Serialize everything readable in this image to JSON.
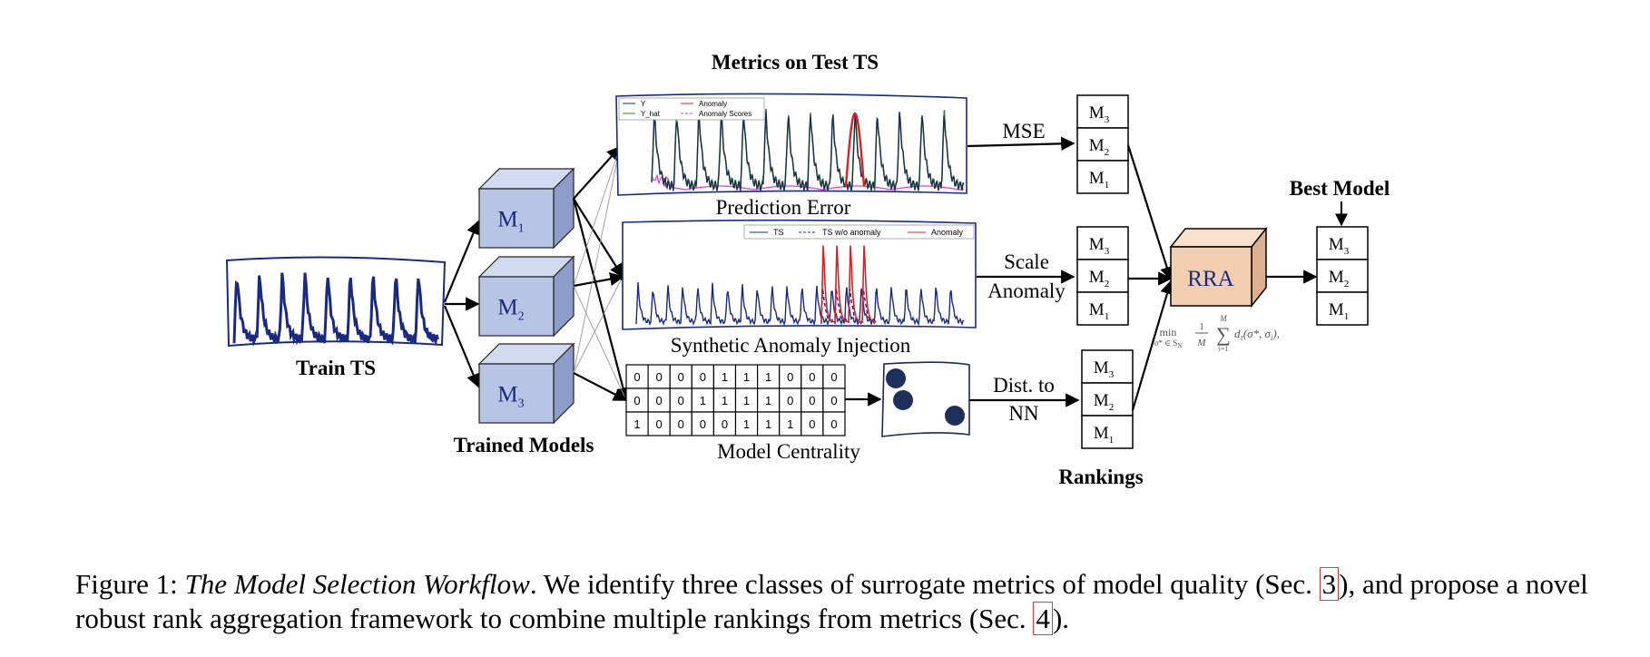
{
  "labels": {
    "metrics_title": "Metrics on Test TS",
    "train_ts": "Train TS",
    "trained_models": "Trained Models",
    "prediction_error": "Prediction Error",
    "synthetic_injection": "Synthetic Anomaly Injection",
    "model_centrality": "Model Centrality",
    "mse": "MSE",
    "scale": "Scale",
    "anomaly": "Anomaly",
    "dist_to": "Dist. to",
    "nn": "NN",
    "rankings": "Rankings",
    "rra": "RRA",
    "best_model": "Best Model",
    "formula_min": "min",
    "formula_sub": "σ* ∈ S",
    "formula_sub_n": "N",
    "formula_frac_num": "1",
    "formula_frac_den": "M",
    "formula_sum_top": "M",
    "formula_sum_bot": "i=1",
    "formula_body": "d",
    "formula_tau": "τ",
    "formula_args": "(σ*, σ",
    "formula_i": "i",
    "formula_end": "),"
  },
  "models": [
    {
      "letter": "M",
      "sub": "1"
    },
    {
      "letter": "M",
      "sub": "2"
    },
    {
      "letter": "M",
      "sub": "3"
    }
  ],
  "ranking": [
    {
      "letter": "M",
      "sub": "3"
    },
    {
      "letter": "M",
      "sub": "2"
    },
    {
      "letter": "M",
      "sub": "1"
    }
  ],
  "legend1": {
    "y": "Y",
    "yhat": "Y_hat",
    "anomaly": "Anomaly",
    "scores": "Anomaly Scores"
  },
  "legend2": {
    "ts": "TS",
    "ts_wo": "TS w/o anomaly",
    "anomaly": "Anomaly"
  },
  "centrality_table": [
    [
      "0",
      "0",
      "0",
      "0",
      "1",
      "1",
      "1",
      "0",
      "0",
      "0"
    ],
    [
      "0",
      "0",
      "0",
      "1",
      "1",
      "1",
      "1",
      "0",
      "0",
      "0"
    ],
    [
      "1",
      "0",
      "0",
      "0",
      "0",
      "1",
      "1",
      "1",
      "0",
      "0"
    ]
  ],
  "caption": {
    "prefix": "Figure 1: ",
    "title": "The Model Selection Workflow",
    "part1": ". We identify three classes of surrogate metrics of model quality (Sec. ",
    "ref1": "3",
    "part2": "), and propose a novel robust rank aggregation framework to combine multiple rankings from metrics (Sec. ",
    "ref2": "4",
    "part3": ")."
  },
  "colors": {
    "navy": "#1a2a80",
    "cube_front": "#b8c4e4",
    "cube_top": "#d2daf0",
    "cube_side": "#8d9cc8",
    "rra_front": "#f2cdb0",
    "rra_top": "#f8e0cc",
    "rra_side": "#dcb08e",
    "anomaly_red": "#e02020",
    "score_magenta": "#e040e0",
    "yhat_green": "#3a7a3a",
    "dot": "#1e2f5a"
  }
}
